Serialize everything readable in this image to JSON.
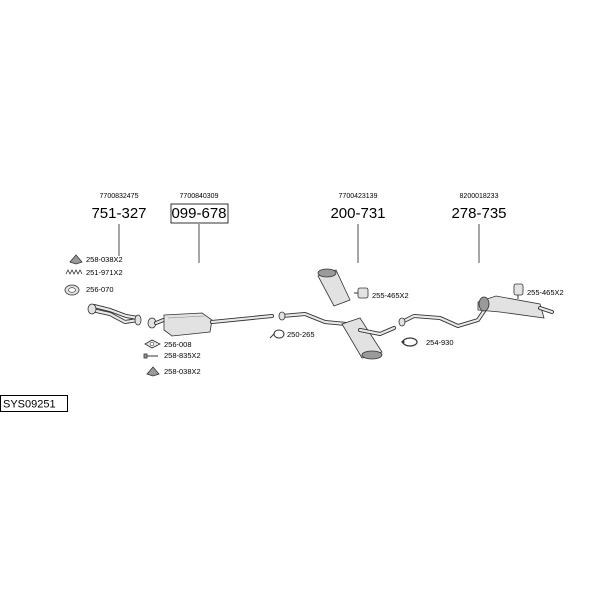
{
  "parts": [
    {
      "ref": "7700832475",
      "number": "751-327"
    },
    {
      "ref": "7700840309",
      "number": "099-678",
      "boxed": true
    },
    {
      "ref": "7700423139",
      "number": "200-731"
    },
    {
      "ref": "8200018233",
      "number": "278-735"
    }
  ],
  "accessories": [
    {
      "label": "258-038X2",
      "icon": "rubber-mount-icon"
    },
    {
      "label": "251-971X2",
      "icon": "spring-icon"
    },
    {
      "label": "256-070",
      "icon": "gasket-ring-icon"
    },
    {
      "label": "256-008",
      "icon": "flange-gasket-icon"
    },
    {
      "label": "258-835X2",
      "icon": "bolt-icon"
    },
    {
      "label": "258-038X2",
      "icon": "rubber-mount-icon"
    },
    {
      "label": "255-465X2",
      "icon": "hanger-icon"
    },
    {
      "label": "250-265",
      "icon": "clamp-icon"
    },
    {
      "label": "254-930",
      "icon": "clamp-icon"
    },
    {
      "label": "255-465X2",
      "icon": "hanger-icon"
    }
  ],
  "system_id": "SYS09251"
}
